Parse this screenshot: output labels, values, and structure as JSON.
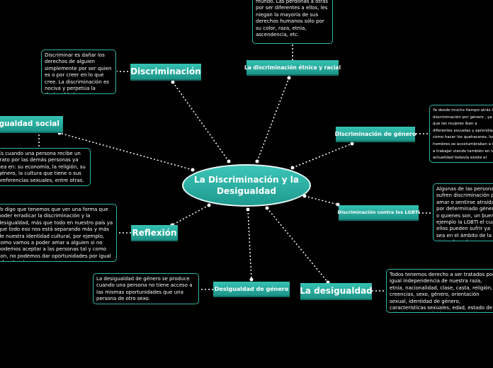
{
  "center": {
    "title": "La Discriminación y la Desigualdad"
  },
  "topics": {
    "discriminacion": "Discriminación",
    "etnica": "La discriminación étnica y racial",
    "genero": "Discriminación de género",
    "lgbti": "Discriminación contra los LGBTI",
    "desigualdad": "La desigualdad",
    "desigualdad_genero": "Desigualdad de género",
    "reflexion": "Reflexión",
    "social": "Desigualdad social"
  },
  "notes": {
    "discriminacion": "Discriminar es dañar los derechos de alguien simplemente por ser quien es o por creer en lo que cree. La discriminación es nociva y perpetúa la desigualdad.",
    "etnica": "mundo. Las perdonas a otras por ser diferentes a ellos, les niegan la mayoría de sus derechos humanos sólo por su color, raza, etnia, ascendencia, etc.",
    "genero": "Ya desde mucho tiempo atrás la discriminación por género , ya que las mujeres iban a diferentes escuelas y aprendían cómo hacer los quehaceres, los hombres se acostumbraban a ir a trabajar viendo también en la actualidad todavía existe el machismo y rechazo, también podemos trabajar al igual",
    "lgbti": "Algunas de las personas sufren discriminación por amar o sentirse atraídas por determinado género, o quienes son, un buen ejemplo la LGBTI el cual ellos pueden sufrir ya sea en el ámbito de la vivienda o el acceso a los servicios, pueden sufrir acoso y violencia.",
    "desigualdad": "Todos tenemos derecho a ser tratados por igual independencia de nuestra raza, etnia, nacionalidad, clase, casta, religión, creencias, sexo, género, orientación sexual, identidad de género, características sexuales, edad, estado de salud u otra condición.",
    "desigualdad_genero": "La desigualdad de género se produce cuando una persona no tiene acceso a las mismas oportunidades que una persona de otro sexo.",
    "reflexion": "Yo digo que tenemos que ver una forma que poder erradicar la discriminación y la desigualdad, más que todo en nuestro país ya que todo eso nos está separando más y más de nuestra identidad cultural, por ejemplo, como vamos a poder amar a alguien si no podemos aceptar a las personas tal y como son, no podemos dar oportunidades por igual a los demás.",
    "social": "Es cuando una persona recibe un trato por las demás personas ya sea en: su economía, la religión, su género, la cultura que tiene o sus preferencias sexuales, entre otras."
  },
  "colors": {
    "accent": "#2fb5a7",
    "topic_dark": "#1d9488",
    "background": "#000000",
    "dotted_line": "#ffffff"
  }
}
